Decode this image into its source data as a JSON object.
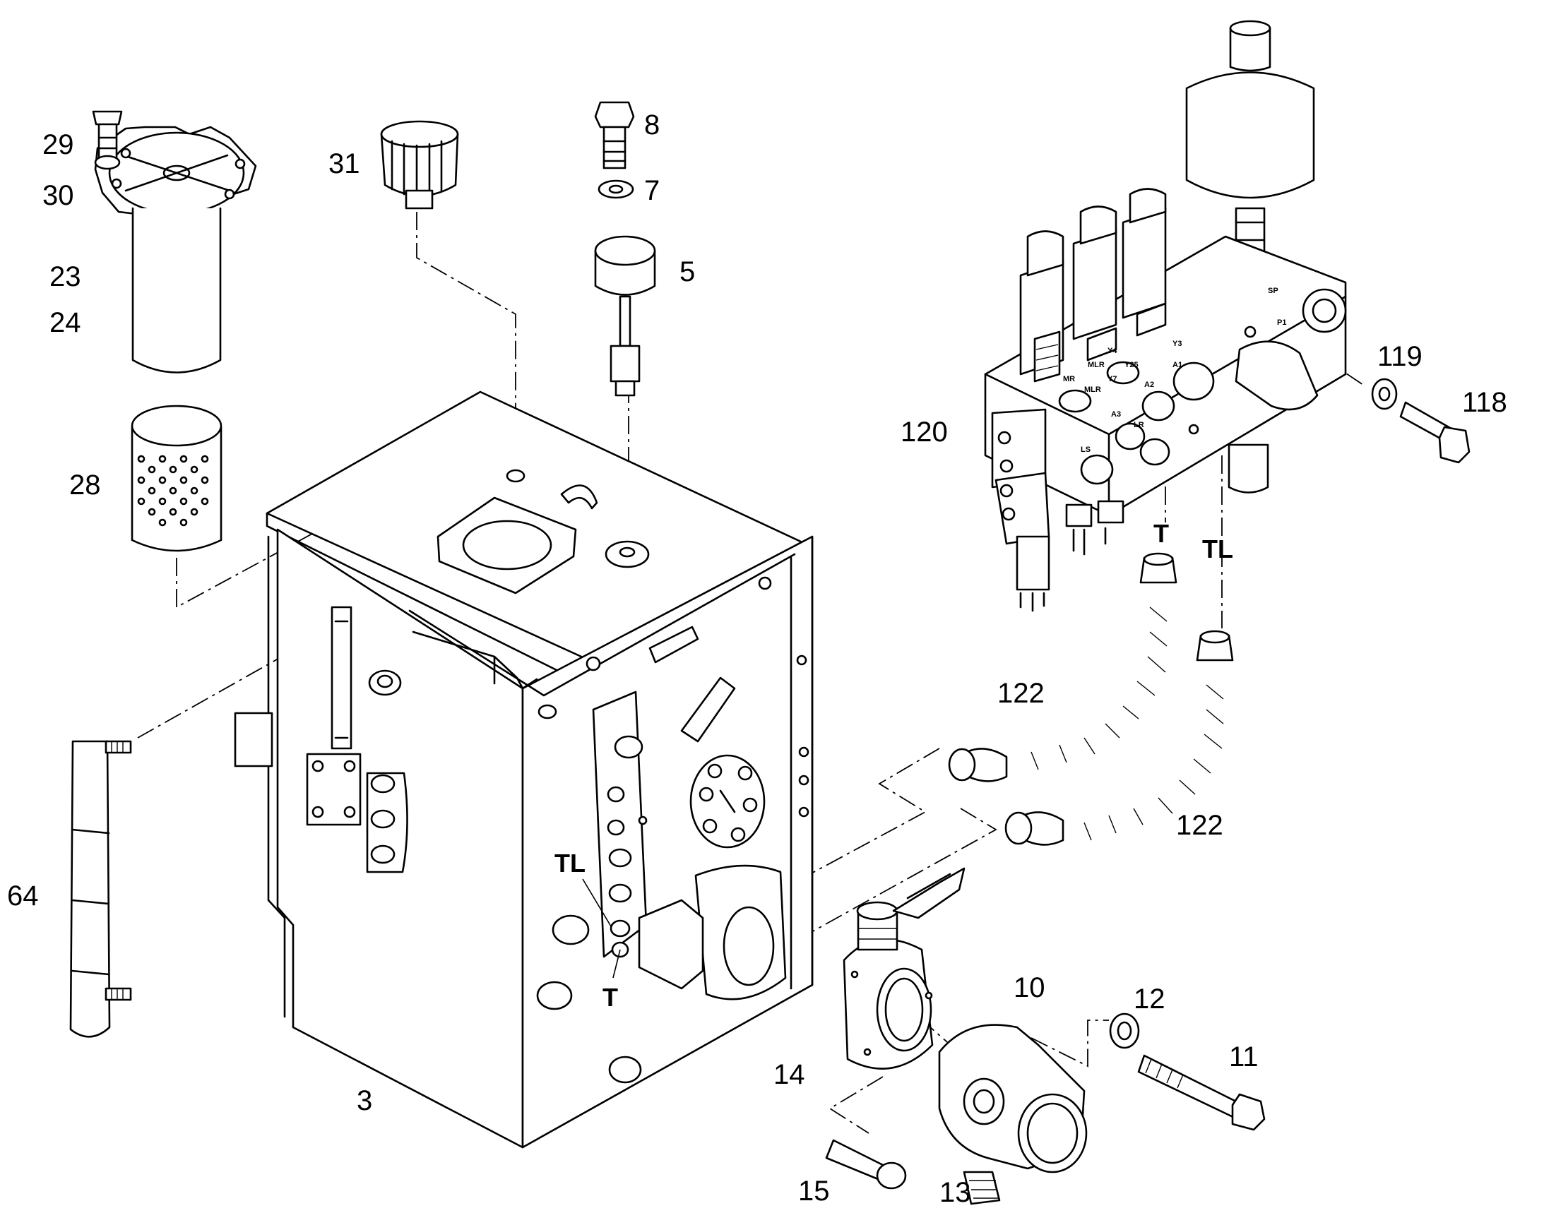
{
  "diagram": {
    "callouts": {
      "c3": "3",
      "c5": "5",
      "c7": "7",
      "c8": "8",
      "c10": "10",
      "c11": "11",
      "c12": "12",
      "c13": "13",
      "c14": "14",
      "c15": "15",
      "c23": "23",
      "c24": "24",
      "c28": "28",
      "c29": "29",
      "c30": "30",
      "c31": "31",
      "c64": "64",
      "c118": "118",
      "c119": "119",
      "c120": "120",
      "c122a": "122",
      "c122b": "122"
    },
    "port_labels": {
      "t_hose": "T",
      "tl_hose": "TL",
      "tl_tank": "TL",
      "t_tank": "T"
    },
    "block_markings": {
      "mr": "MR",
      "mlr": "MLR",
      "mlr2": "MLR",
      "y4": "Y4",
      "y7": "Y7",
      "y25": "Y25",
      "y3": "Y3",
      "a1": "A1",
      "a2": "A2",
      "a3": "A3",
      "lr": "LR",
      "ls": "LS",
      "p1": "P1",
      "sp": "SP"
    }
  }
}
